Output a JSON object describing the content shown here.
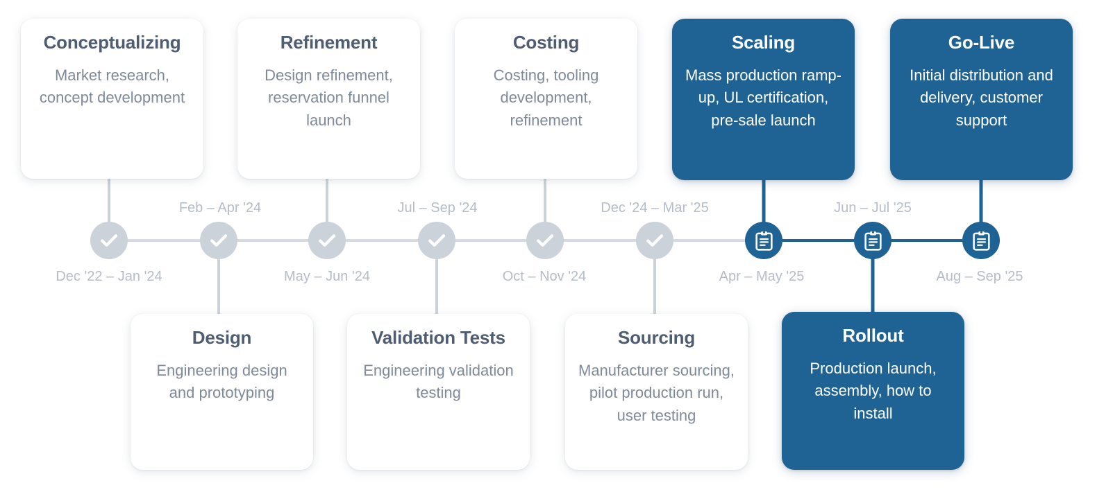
{
  "theme": {
    "page_background": "#ffffff",
    "accent_blue": "#1E6394",
    "done_node_gray": "#CBD2DA",
    "done_line_gray": "#D6DCE3",
    "title_text": "#4E5D71",
    "body_text": "#7E8A9A",
    "date_text": "#B4BDC8",
    "card_white": "#ffffff"
  },
  "timeline": {
    "node_icon_done": "check-icon",
    "node_icon_upcoming": "clipboard-icon",
    "milestones": [
      {
        "id": "conceptualizing",
        "title": "Conceptualizing",
        "description": "Market research, concept development",
        "date": "Dec '22 – Jan '24",
        "status": "done",
        "card_position": "above",
        "date_position": "below",
        "icon": "check-icon"
      },
      {
        "id": "design",
        "title": "Design",
        "description": "Engineering design and prototyping",
        "date": "Feb – Apr '24",
        "status": "done",
        "card_position": "below",
        "date_position": "above",
        "icon": "check-icon"
      },
      {
        "id": "refinement",
        "title": "Refinement",
        "description": "Design refinement, reservation funnel launch",
        "date": "May – Jun '24",
        "status": "done",
        "card_position": "above",
        "date_position": "below",
        "icon": "check-icon"
      },
      {
        "id": "validation-tests",
        "title": "Validation Tests",
        "description": "Engineering validation testing",
        "date": "Jul – Sep '24",
        "status": "done",
        "card_position": "below",
        "date_position": "above",
        "icon": "check-icon"
      },
      {
        "id": "costing",
        "title": "Costing",
        "description": "Costing, tooling development, refinement",
        "date": "Oct – Nov '24",
        "status": "done",
        "card_position": "above",
        "date_position": "below",
        "icon": "check-icon"
      },
      {
        "id": "sourcing",
        "title": "Sourcing",
        "description": "Manufacturer sourcing, pilot production run, user testing",
        "date": "Dec '24 – Mar '25",
        "status": "done",
        "card_position": "below",
        "date_position": "above",
        "icon": "check-icon"
      },
      {
        "id": "scaling",
        "title": "Scaling",
        "description": "Mass production ramp-up, UL certification, pre-sale launch",
        "date": "Apr – May '25",
        "status": "upcoming",
        "card_position": "above",
        "date_position": "below",
        "icon": "clipboard-icon"
      },
      {
        "id": "rollout",
        "title": "Rollout",
        "description": "Production launch, assembly, how to install",
        "date": "Jun – Jul '25",
        "status": "upcoming",
        "card_position": "below",
        "date_position": "above",
        "icon": "clipboard-icon"
      },
      {
        "id": "go-live",
        "title": "Go-Live",
        "description": "Initial distribution and delivery, customer support",
        "date": "Aug – Sep '25",
        "status": "upcoming",
        "card_position": "above",
        "date_position": "below",
        "icon": "clipboard-icon"
      }
    ]
  }
}
